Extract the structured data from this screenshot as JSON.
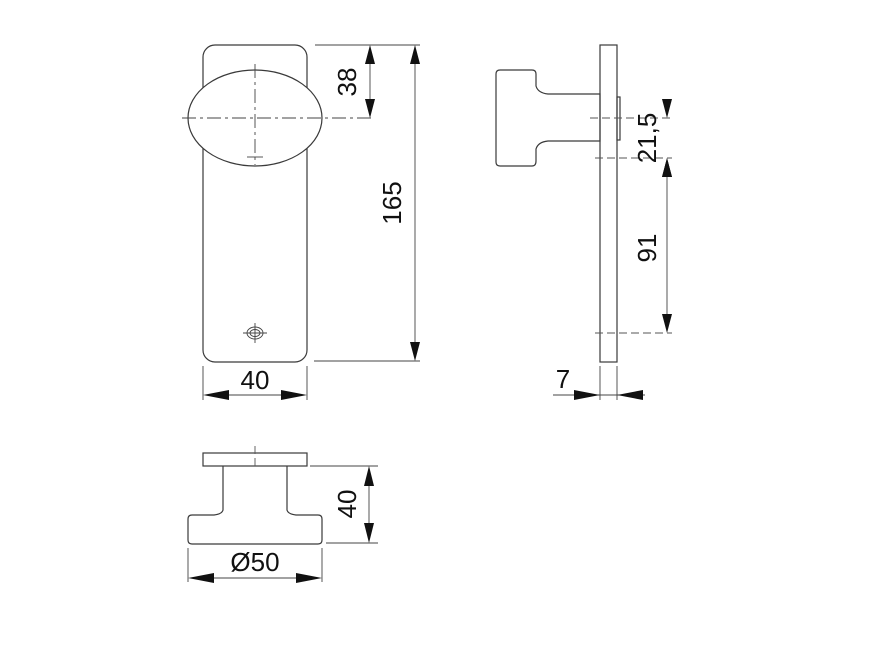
{
  "drawing": {
    "type": "technical-dimension-drawing",
    "subject": "door knob on long backplate",
    "units": "mm",
    "colors": {
      "line": "#3a3a3a",
      "text": "#111111",
      "background": "#ffffff"
    }
  },
  "front_view": {
    "plate_width_label": "40",
    "plate_height_label": "165",
    "knob_center_offset_label": "38"
  },
  "side_view": {
    "knob_rose_offset_label": "21,5",
    "knob_to_keyhole_label": "91",
    "plate_thickness_label": "7"
  },
  "bottom_view": {
    "knob_projection_label": "40",
    "knob_diameter_label": "Ø50"
  }
}
